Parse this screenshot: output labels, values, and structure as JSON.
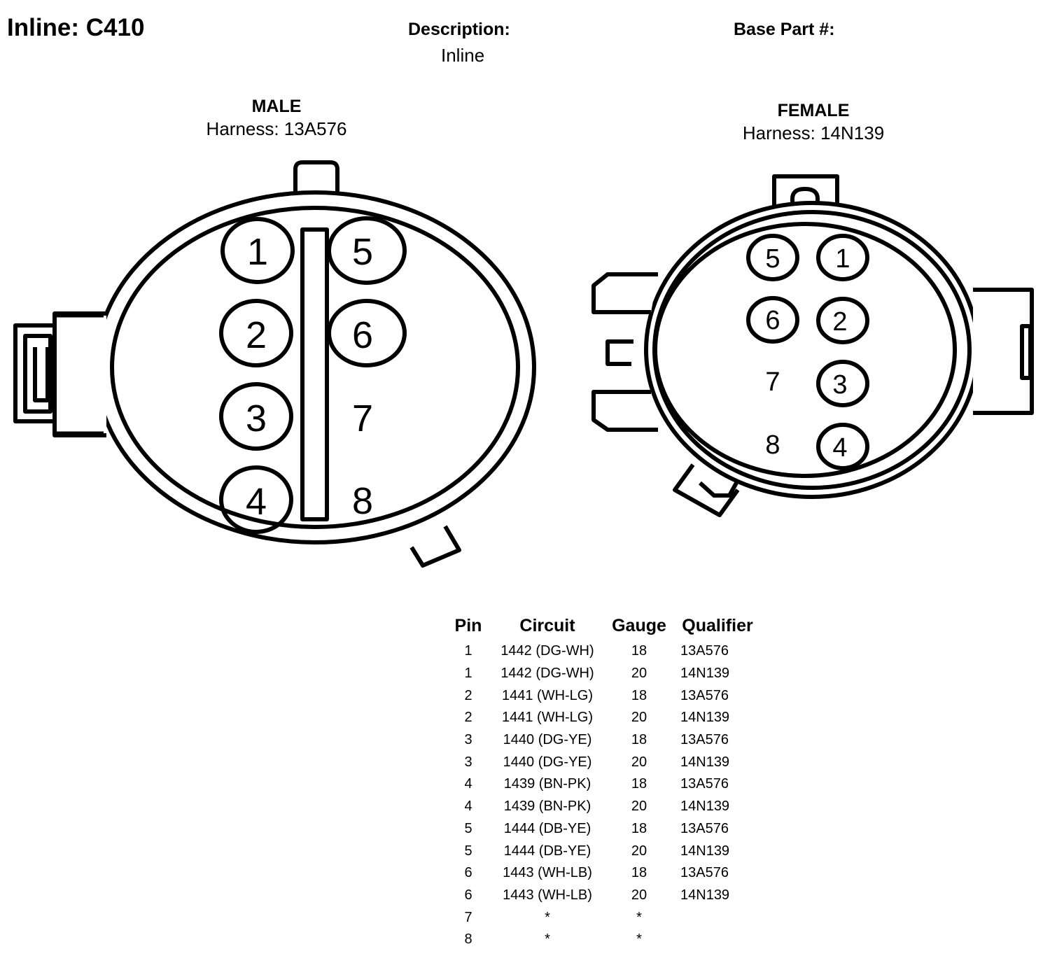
{
  "header": {
    "title": "Inline: C410",
    "description_label": "Description:",
    "description_value": "Inline",
    "base_part_label": "Base Part #:"
  },
  "male": {
    "label": "MALE",
    "harness": "Harness: 13A576",
    "pins": [
      "1",
      "2",
      "3",
      "4",
      "5",
      "6",
      "7",
      "8"
    ]
  },
  "female": {
    "label": "FEMALE",
    "harness": "Harness: 14N139",
    "pins": [
      "1",
      "2",
      "3",
      "4",
      "5",
      "6",
      "7",
      "8"
    ]
  },
  "table": {
    "headers": [
      "Pin",
      "Circuit",
      "Gauge",
      "Qualifier"
    ],
    "rows": [
      [
        "1",
        "1442 (DG-WH)",
        "18",
        "13A576"
      ],
      [
        "1",
        "1442 (DG-WH)",
        "20",
        "14N139"
      ],
      [
        "2",
        "1441 (WH-LG)",
        "18",
        "13A576"
      ],
      [
        "2",
        "1441 (WH-LG)",
        "20",
        "14N139"
      ],
      [
        "3",
        "1440 (DG-YE)",
        "18",
        "13A576"
      ],
      [
        "3",
        "1440 (DG-YE)",
        "20",
        "14N139"
      ],
      [
        "4",
        "1439 (BN-PK)",
        "18",
        "13A576"
      ],
      [
        "4",
        "1439 (BN-PK)",
        "20",
        "14N139"
      ],
      [
        "5",
        "1444 (DB-YE)",
        "18",
        "13A576"
      ],
      [
        "5",
        "1444 (DB-YE)",
        "20",
        "14N139"
      ],
      [
        "6",
        "1443 (WH-LB)",
        "18",
        "13A576"
      ],
      [
        "6",
        "1443 (WH-LB)",
        "20",
        "14N139"
      ],
      [
        "7",
        "*",
        "*",
        ""
      ],
      [
        "8",
        "*",
        "*",
        ""
      ]
    ]
  }
}
